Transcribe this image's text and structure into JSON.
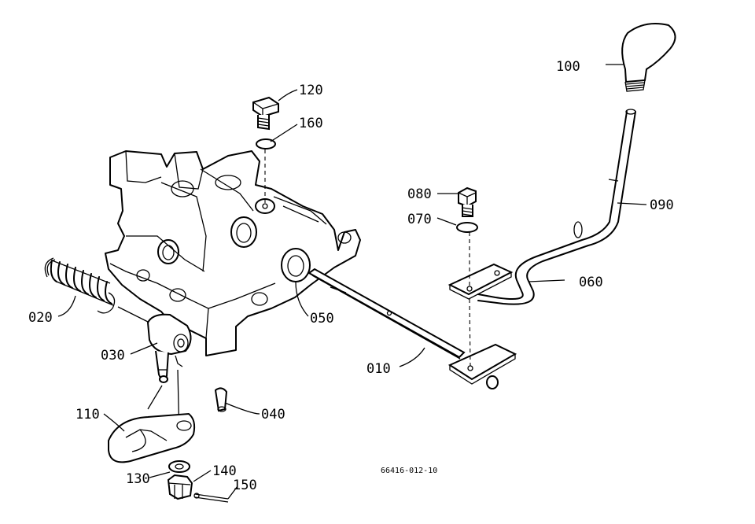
{
  "callouts": {
    "c100": "100",
    "c120": "120",
    "c160": "160",
    "c080": "080",
    "c070": "070",
    "c090": "090",
    "c060": "060",
    "c020": "020",
    "c050": "050",
    "c030": "030",
    "c010": "010",
    "c040": "040",
    "c110": "110",
    "c140": "140",
    "c130": "130",
    "c150": "150"
  },
  "drawing_code": "66416-012-10"
}
